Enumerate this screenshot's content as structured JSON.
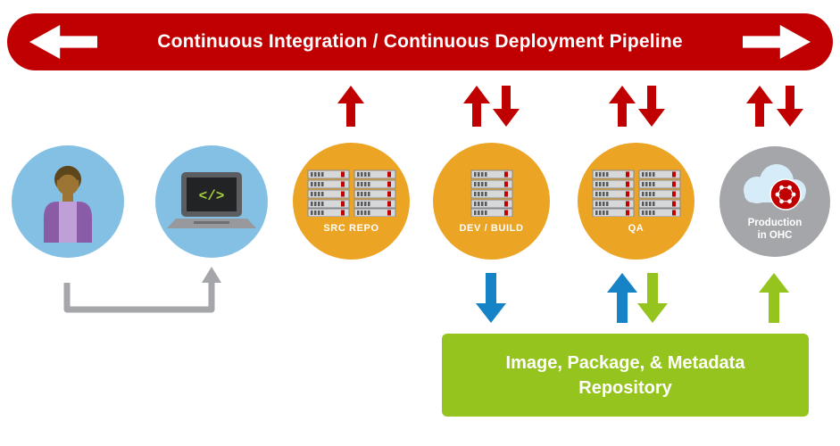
{
  "banner": {
    "title": "Continuous Integration / Continuous Deployment Pipeline"
  },
  "nodes": {
    "workstation": {
      "code_glyph": "</>"
    },
    "src_repo": {
      "label": "SRC REPO"
    },
    "dev_build": {
      "label": "DEV / BUILD"
    },
    "qa": {
      "label": "QA"
    },
    "production": {
      "label_line1": "Production",
      "label_line2": "in OHC"
    }
  },
  "repository": {
    "line1": "Image, Package, & Metadata",
    "line2": "Repository"
  },
  "colors": {
    "red": "#c00000",
    "amber": "#eca424",
    "blue_circle": "#84c0e4",
    "gray_circle": "#a4a6a9",
    "arrow_blue": "#1583c5",
    "green": "#96c41e",
    "connector_gray": "#a4a6a9"
  }
}
